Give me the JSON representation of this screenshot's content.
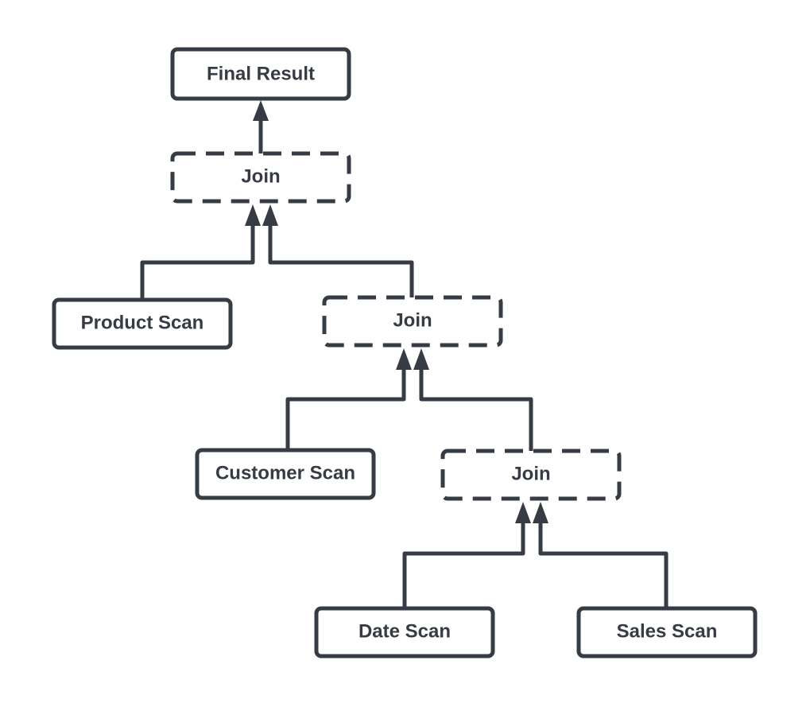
{
  "diagram": {
    "nodes": {
      "final_result": {
        "label": "Final Result",
        "style": "solid"
      },
      "join_top": {
        "label": "Join",
        "style": "dashed"
      },
      "product_scan": {
        "label": "Product Scan",
        "style": "solid"
      },
      "join_middle": {
        "label": "Join",
        "style": "dashed"
      },
      "customer_scan": {
        "label": "Customer Scan",
        "style": "solid"
      },
      "join_bottom": {
        "label": "Join",
        "style": "dashed"
      },
      "date_scan": {
        "label": "Date Scan",
        "style": "solid"
      },
      "sales_scan": {
        "label": "Sales Scan",
        "style": "solid"
      }
    },
    "edges": [
      {
        "from": "join_top",
        "to": "final_result"
      },
      {
        "from": "product_scan",
        "to": "join_top"
      },
      {
        "from": "join_middle",
        "to": "join_top"
      },
      {
        "from": "customer_scan",
        "to": "join_middle"
      },
      {
        "from": "join_bottom",
        "to": "join_middle"
      },
      {
        "from": "date_scan",
        "to": "join_bottom"
      },
      {
        "from": "sales_scan",
        "to": "join_bottom"
      }
    ],
    "colors": {
      "stroke": "#363b44",
      "text": "#363b44",
      "background": "#ffffff"
    }
  }
}
